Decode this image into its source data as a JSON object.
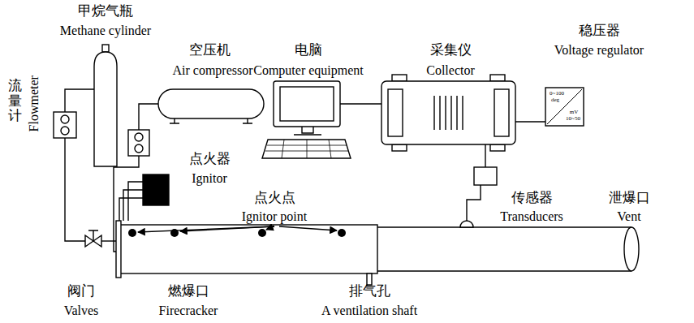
{
  "diagram": {
    "labels": [
      "甲烷气瓶",
      "Methane cylinder",
      "空压机",
      "Air compressor",
      "电脑",
      "Computer equipment",
      "采集仪",
      "Collector",
      "稳压器",
      "Voltage regulator",
      "流量计",
      "Flowmeter",
      "点火器",
      "Ignitor",
      "点火点",
      "Ignitor point",
      "传感器",
      "Transducers",
      "泄爆口",
      "Vent",
      "阀门",
      "Valves",
      "燃爆口",
      "Firecracker",
      "排气孔",
      "A ventilation shaft",
      "0~100",
      "deg",
      "mV",
      "10~50"
    ]
  }
}
